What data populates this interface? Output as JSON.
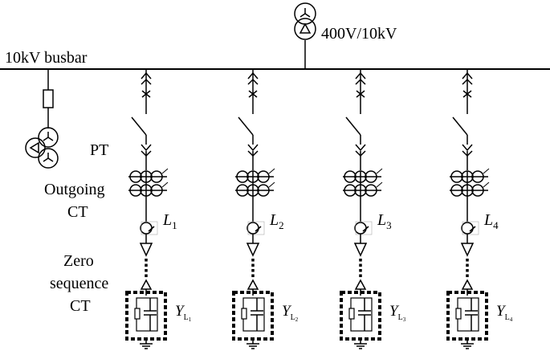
{
  "transformer_top": {
    "label": "400V/10kV"
  },
  "busbar": {
    "label": "10kV busbar"
  },
  "labels": {
    "pt": "PT",
    "outgoing_ct_line1": "Outgoing",
    "outgoing_ct_line2": "CT",
    "zero_seq_line1": "Zero",
    "zero_seq_line2": "sequence",
    "zero_seq_line3": "CT"
  },
  "feeders": [
    {
      "line_symbol": "L",
      "line_index": "1",
      "admittance_symbol": "Y",
      "admittance_sub": "L",
      "admittance_sub2": "1"
    },
    {
      "line_symbol": "L",
      "line_index": "2",
      "admittance_symbol": "Y",
      "admittance_sub": "L",
      "admittance_sub2": "2"
    },
    {
      "line_symbol": "L",
      "line_index": "3",
      "admittance_symbol": "Y",
      "admittance_sub": "L",
      "admittance_sub2": "3"
    },
    {
      "line_symbol": "L",
      "line_index": "4",
      "admittance_symbol": "Y",
      "admittance_sub": "L",
      "admittance_sub2": "4"
    }
  ],
  "colors": {
    "stroke": "#000000",
    "background": "#ffffff"
  }
}
